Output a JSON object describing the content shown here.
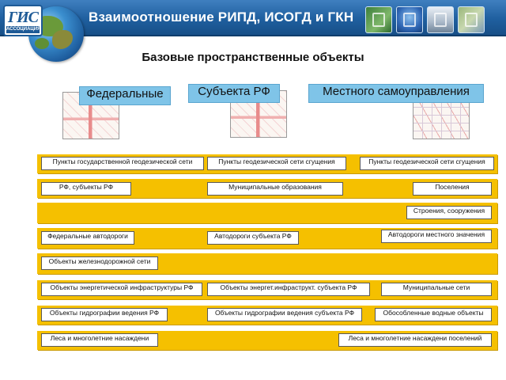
{
  "header": {
    "title": "Взаимоотношение РИПД, ИСОГД и ГКН",
    "logo_text": "ГИС",
    "logo_sub": "АССОЦИАЦИЯ",
    "icons": [
      "box-software-icon",
      "globe-receiver-icon",
      "buildings-icon",
      "aerial-map-icon"
    ]
  },
  "subtitle": "Базовые пространственные объекты",
  "columns": {
    "federal": "Федеральные",
    "subject": "Субъекта РФ",
    "local": "Местного самоуправления"
  },
  "rows": [
    {
      "federal": "Пункты государственной геодезической сети",
      "subject": "Пункты геодезической сети сгущения",
      "local": "Пункты геодезической сети сгущения"
    },
    {
      "federal": "РФ, субъекты РФ",
      "subject": "Муниципальные образования",
      "local": "Поселения"
    },
    {
      "local": "Строения, сооружения"
    },
    {
      "federal": "Федеральные автодороги",
      "subject": "Автодороги субъекта РФ",
      "local": "Автодороги местного значения"
    },
    {
      "federal": "Объекты железнодорожной сети"
    },
    {
      "federal": "Объекты энергетической инфраструктуры РФ",
      "subject": "Объекты энергет.инфраструкт. субъекта РФ",
      "local": "Муниципальные сети"
    },
    {
      "federal": "Объекты гидрографии ведения РФ",
      "subject": "Объекты гидрографии ведения субъекта РФ",
      "local": "Обособленные водные объекты"
    },
    {
      "federal": "Леса и многолетние насаждени",
      "local": "Леса и многолетние насаждени поселений"
    }
  ],
  "colors": {
    "band": "#f5c000",
    "column_header": "#7fc4e8",
    "header_bar": "#1f5f9f"
  }
}
